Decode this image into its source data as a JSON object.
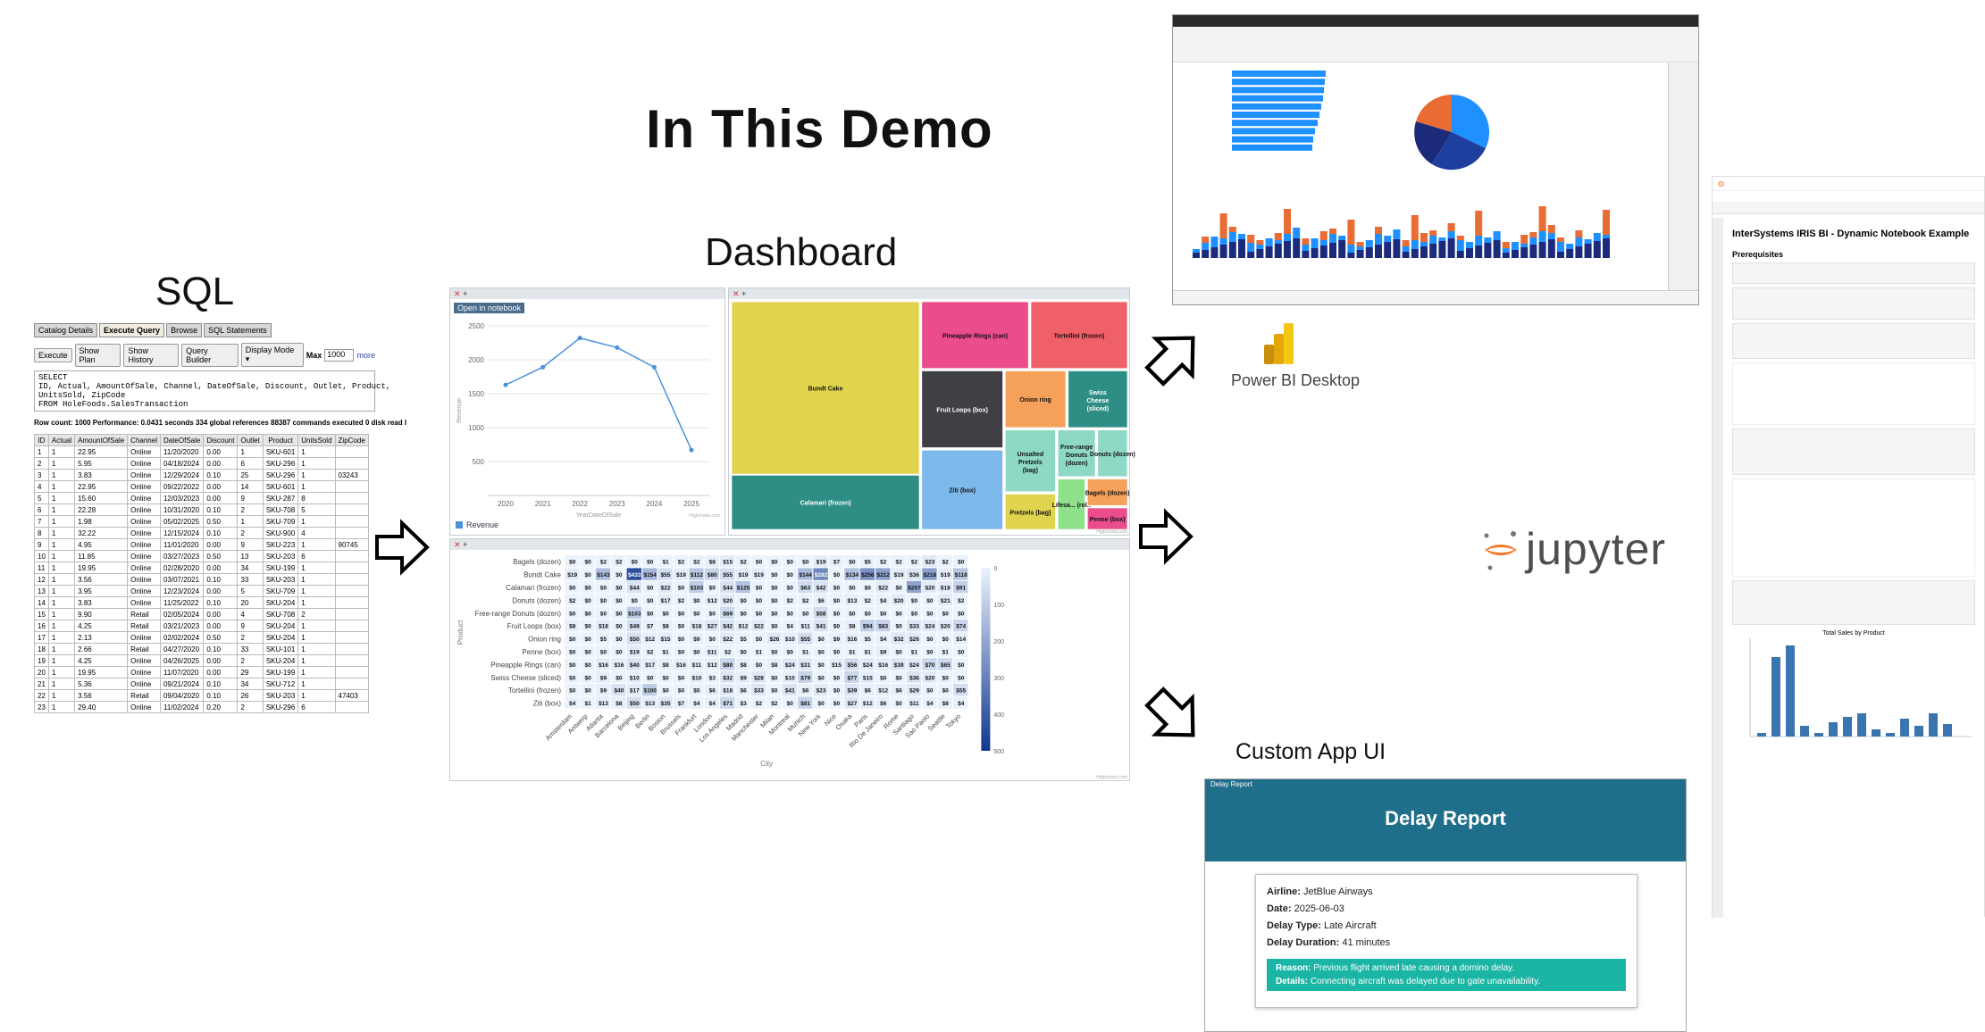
{
  "title": "In This Demo",
  "labels": {
    "sql": "SQL",
    "dashboard": "Dashboard",
    "powerbi": "Power BI Desktop",
    "jupyter": "jupyter",
    "custom_app": "Custom App UI"
  },
  "sql_panel": {
    "tabs": [
      "Catalog Details",
      "Execute Query",
      "Browse",
      "SQL Statements"
    ],
    "active_tab": "Execute Query",
    "buttons": [
      "Execute",
      "Show Plan",
      "Show History",
      "Query Builder",
      "Display Mode"
    ],
    "max_label": "Max",
    "max_value": "1000",
    "more_label": "more",
    "query": "SELECT\nID, Actual, AmountOfSale, Channel, DateOfSale, Discount, Outlet, Product,\nUnitsSold, ZipCode\nFROM HoleFoods.SalesTransaction",
    "status": "Row count: 1000 Performance: 0.0431 seconds  334 global references 88387 commands executed 0 disk read l",
    "columns": [
      "ID",
      "Actual",
      "AmountOfSale",
      "Channel",
      "DateOfSale",
      "Discount",
      "Outlet",
      "Product",
      "UnitsSold",
      "ZipCode"
    ],
    "rows": [
      [
        "1",
        "1",
        "22.95",
        "Online",
        "11/20/2020",
        "0.00",
        "1",
        "SKU-601",
        "1",
        ""
      ],
      [
        "2",
        "1",
        "5.95",
        "Online",
        "04/18/2024",
        "0.00",
        "6",
        "SKU-296",
        "1",
        ""
      ],
      [
        "3",
        "1",
        "3.83",
        "Online",
        "12/29/2024",
        "0.10",
        "25",
        "SKU-296",
        "1",
        "03243"
      ],
      [
        "4",
        "1",
        "22.95",
        "Online",
        "09/22/2022",
        "0.00",
        "14",
        "SKU-601",
        "1",
        ""
      ],
      [
        "5",
        "1",
        "15.60",
        "Online",
        "12/03/2023",
        "0.00",
        "9",
        "SKU-287",
        "8",
        ""
      ],
      [
        "6",
        "1",
        "22.28",
        "Online",
        "10/31/2020",
        "0.10",
        "2",
        "SKU-708",
        "5",
        ""
      ],
      [
        "7",
        "1",
        "1.98",
        "Online",
        "05/02/2025",
        "0.50",
        "1",
        "SKU-709",
        "1",
        ""
      ],
      [
        "8",
        "1",
        "32.22",
        "Online",
        "12/15/2024",
        "0.10",
        "2",
        "SKU-900",
        "4",
        ""
      ],
      [
        "9",
        "1",
        "4.95",
        "Online",
        "11/01/2020",
        "0.00",
        "9",
        "SKU-223",
        "1",
        "90745"
      ],
      [
        "10",
        "1",
        "11.85",
        "Online",
        "03/27/2023",
        "0.50",
        "13",
        "SKU-203",
        "6",
        ""
      ],
      [
        "11",
        "1",
        "19.95",
        "Online",
        "02/28/2020",
        "0.00",
        "34",
        "SKU-199",
        "1",
        ""
      ],
      [
        "12",
        "1",
        "3.56",
        "Online",
        "03/07/2021",
        "0.10",
        "33",
        "SKU-203",
        "1",
        ""
      ],
      [
        "13",
        "1",
        "3.95",
        "Online",
        "12/23/2024",
        "0.00",
        "5",
        "SKU-709",
        "1",
        ""
      ],
      [
        "14",
        "1",
        "3.83",
        "Online",
        "11/25/2022",
        "0.10",
        "20",
        "SKU-204",
        "1",
        ""
      ],
      [
        "15",
        "1",
        "9.90",
        "Retail",
        "02/05/2024",
        "0.00",
        "4",
        "SKU-708",
        "2",
        ""
      ],
      [
        "16",
        "1",
        "4.25",
        "Retail",
        "03/21/2023",
        "0.00",
        "9",
        "SKU-204",
        "1",
        ""
      ],
      [
        "17",
        "1",
        "2.13",
        "Online",
        "02/02/2024",
        "0.50",
        "2",
        "SKU-204",
        "1",
        ""
      ],
      [
        "18",
        "1",
        "2.66",
        "Retail",
        "04/27/2020",
        "0.10",
        "33",
        "SKU-101",
        "1",
        ""
      ],
      [
        "19",
        "1",
        "4.25",
        "Online",
        "04/26/2025",
        "0.00",
        "2",
        "SKU-204",
        "1",
        ""
      ],
      [
        "20",
        "1",
        "19.95",
        "Online",
        "11/07/2020",
        "0.00",
        "29",
        "SKU-199",
        "1",
        ""
      ],
      [
        "21",
        "1",
        "5.36",
        "Online",
        "09/21/2024",
        "0.10",
        "34",
        "SKU-712",
        "1",
        ""
      ],
      [
        "22",
        "1",
        "3.56",
        "Retail",
        "09/04/2020",
        "0.10",
        "26",
        "SKU-203",
        "1",
        "47403"
      ],
      [
        "23",
        "1",
        "29.40",
        "Online",
        "11/02/2024",
        "0.20",
        "2",
        "SKU-296",
        "6",
        ""
      ]
    ]
  },
  "line_widget": {
    "button": "Open in notebook",
    "legend": "Revenue",
    "credit": "Highcharts.com"
  },
  "tree_widget": {
    "credit": "Highcharts.com"
  },
  "heat_widget": {
    "credit": "Highcharts.com"
  },
  "chart_data": [
    {
      "type": "line",
      "x": [
        2020,
        2021,
        2022,
        2023,
        2024,
        2025
      ],
      "values": [
        1630,
        1890,
        2320,
        2180,
        1890,
        670
      ],
      "ylim": [
        0,
        2500
      ],
      "yticks": [
        500,
        1000,
        1500,
        2000,
        2500
      ],
      "xlabel": "YearDateOfSale",
      "ylabel": "Revenue",
      "series": [
        {
          "name": "Revenue",
          "color": "#4a90d9"
        }
      ]
    },
    {
      "type": "treemap",
      "items": [
        {
          "label": "Bundt Cake",
          "color": "#e0d44e",
          "value": 30
        },
        {
          "label": "Calamari (frozen)",
          "color": "#2e8e86",
          "value": 10
        },
        {
          "label": "Pineapple Rings (can)",
          "color": "#ea4d8a",
          "value": 6
        },
        {
          "label": "Tortellini (frozen)",
          "color": "#f06068",
          "value": 6
        },
        {
          "label": "Fruit Loops (box)",
          "color": "#3f3f45",
          "value": 5
        },
        {
          "label": "Onion ring",
          "color": "#f5a15a",
          "value": 3
        },
        {
          "label": "Swiss Cheese (sliced)",
          "color": "#2e8e86",
          "value": 3
        },
        {
          "label": "Unsalted Pretzels (bag)",
          "color": "#8ed9c6",
          "value": 2.5
        },
        {
          "label": "Free-range Donuts (dozen)",
          "color": "#8ed9c6",
          "value": 1.5
        },
        {
          "label": "Donuts (dozen)",
          "color": "#8ed9c6",
          "value": 1
        },
        {
          "label": "Ziti (box)",
          "color": "#7db8ea",
          "value": 5
        },
        {
          "label": "Pretzels (bag)",
          "color": "#e0d44e",
          "value": 2
        },
        {
          "label": "Lifesa... (roll)",
          "color": "#8fe08a",
          "value": 1.2
        },
        {
          "label": "Bagels (dozen)",
          "color": "#f5a15a",
          "value": 0.8
        },
        {
          "label": "Penne (box)",
          "color": "#ea4d8a",
          "value": 0.8
        }
      ]
    },
    {
      "type": "heatmap",
      "ylabel": "Product",
      "xlabel": "City",
      "products": [
        "Bagels (dozen)",
        "Bundt Cake",
        "Calamari (frozen)",
        "Donuts (dozen)",
        "Free-range Donuts (dozen)",
        "Fruit Loops (box)",
        "Onion ring",
        "Penne (box)",
        "Pineapple Rings (can)",
        "Swiss Cheese (sliced)",
        "Tortellini (frozen)",
        "Ziti (box)"
      ],
      "cities": [
        "Amsterdam",
        "Antwerp",
        "Atlanta",
        "Barcelona",
        "Beijing",
        "Berlin",
        "Boston",
        "Brussels",
        "Frankfurt",
        "London",
        "Los Angeles",
        "Madrid",
        "Manchester",
        "Milan",
        "Montreal",
        "Munich",
        "New York",
        "Nice",
        "Osaka",
        "Paris",
        "Rio De Janeiro",
        "Rome",
        "Santiago",
        "Sao Paolo",
        "Seattle",
        "Tokyo"
      ],
      "values": [
        [
          0,
          0,
          2,
          2,
          0,
          0,
          1,
          2,
          2,
          8,
          15,
          2,
          0,
          0,
          0,
          0,
          19,
          7,
          0,
          5,
          2,
          2,
          2,
          23,
          2,
          0
        ],
        [
          19,
          0,
          143,
          0,
          433,
          154,
          55,
          19,
          112,
          80,
          55,
          19,
          19,
          0,
          0,
          144,
          282,
          0,
          134,
          256,
          212,
          19,
          36,
          218,
          19,
          118
        ],
        [
          0,
          0,
          0,
          0,
          44,
          0,
          22,
          0,
          103,
          0,
          44,
          125,
          0,
          0,
          0,
          63,
          42,
          0,
          0,
          0,
          22,
          0,
          207,
          20,
          18,
          91
        ],
        [
          2,
          0,
          0,
          0,
          0,
          0,
          17,
          2,
          0,
          12,
          20,
          0,
          0,
          0,
          2,
          2,
          6,
          0,
          13,
          2,
          4,
          20,
          0,
          0,
          21,
          2
        ],
        [
          0,
          0,
          0,
          0,
          103,
          0,
          0,
          0,
          0,
          0,
          69,
          0,
          0,
          0,
          0,
          0,
          58,
          0,
          0,
          0,
          0,
          0,
          0,
          0,
          0,
          0
        ],
        [
          8,
          0,
          18,
          0,
          49,
          7,
          8,
          0,
          18,
          27,
          42,
          12,
          22,
          0,
          4,
          11,
          41,
          0,
          8,
          94,
          83,
          0,
          33,
          24,
          20,
          74
        ],
        [
          0,
          0,
          5,
          0,
          50,
          12,
          15,
          0,
          9,
          0,
          22,
          5,
          0,
          26,
          10,
          55,
          0,
          9,
          16,
          5,
          4,
          32,
          26,
          0,
          0,
          14
        ],
        [
          0,
          0,
          0,
          0,
          19,
          2,
          1,
          0,
          0,
          11,
          2,
          0,
          1,
          0,
          0,
          1,
          0,
          0,
          1,
          1,
          9,
          0,
          1,
          0,
          1,
          0
        ],
        [
          0,
          0,
          16,
          16,
          40,
          17,
          8,
          16,
          11,
          12,
          80,
          8,
          0,
          8,
          24,
          31,
          0,
          15,
          56,
          24,
          16,
          39,
          24,
          70,
          65,
          0
        ],
        [
          0,
          0,
          9,
          0,
          10,
          0,
          0,
          0,
          10,
          3,
          32,
          9,
          28,
          0,
          10,
          79,
          0,
          0,
          77,
          15,
          0,
          0,
          36,
          20,
          0,
          0
        ],
        [
          0,
          0,
          9,
          40,
          17,
          100,
          0,
          0,
          5,
          6,
          18,
          6,
          33,
          0,
          41,
          6,
          23,
          0,
          39,
          6,
          12,
          6,
          29,
          0,
          0,
          55
        ],
        [
          4,
          1,
          13,
          8,
          50,
          13,
          35,
          7,
          4,
          4,
          71,
          3,
          2,
          2,
          0,
          81,
          0,
          0,
          27,
          12,
          6,
          0,
          11,
          4,
          8,
          4
        ]
      ],
      "color_scale": {
        "min": 0,
        "max": 500,
        "ticks": [
          0,
          100,
          200,
          300,
          400,
          500
        ]
      }
    }
  ],
  "delay_report": {
    "window_title": "Delay Report",
    "heading": "Delay Report",
    "airline_label": "Airline:",
    "airline": "JetBlue Airways",
    "date_label": "Date:",
    "date": "2025-06-03",
    "type_label": "Delay Type:",
    "type": "Late Aircraft",
    "duration_label": "Delay Duration:",
    "duration": "41 minutes",
    "reason_label": "Reason:",
    "reason": "Previous flight arrived late causing a domino delay.",
    "details_label": "Details:",
    "details": "Connecting aircraft was delayed due to gate unavailability."
  },
  "notebook": {
    "title": "InterSystems IRIS BI - Dynamic Notebook Example",
    "section": "Prerequisites",
    "chart_title": "Total Sales by Product"
  }
}
